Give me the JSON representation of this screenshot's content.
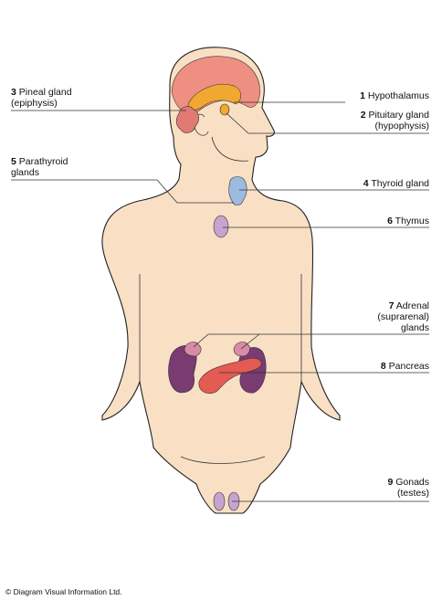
{
  "body_color": "#f9e0c4",
  "colors": {
    "brain": "#ef8f82",
    "hypothalamus": "#f0a830",
    "pituitary": "#f0a830",
    "pineal": "#e07a72",
    "thyroid": "#9dbbe0",
    "thymus": "#c6a4cf",
    "kidney": "#7a3a72",
    "adrenal": "#d98aa6",
    "pancreas": "#e35b53",
    "testes": "#c6a4cf"
  },
  "labels": {
    "hypothalamus": {
      "num": "1",
      "lines": [
        "Hypothalamus"
      ]
    },
    "pituitary": {
      "num": "2",
      "lines": [
        "Pituitary gland",
        "(hypophysis)"
      ]
    },
    "pineal": {
      "num": "3",
      "lines": [
        "Pineal gland",
        "(epiphysis)"
      ]
    },
    "thyroid": {
      "num": "4",
      "lines": [
        "Thyroid gland"
      ]
    },
    "parathyroid": {
      "num": "5",
      "lines": [
        "Parathyroid",
        "glands"
      ]
    },
    "thymus": {
      "num": "6",
      "lines": [
        "Thymus"
      ]
    },
    "adrenal": {
      "num": "7",
      "lines": [
        "Adrenal",
        "(suprarenal)",
        "glands"
      ]
    },
    "pancreas": {
      "num": "8",
      "lines": [
        "Pancreas"
      ]
    },
    "gonads": {
      "num": "9",
      "lines": [
        "Gonads",
        "(testes)"
      ]
    }
  },
  "copyright": "© Diagram Visual Information Ltd."
}
